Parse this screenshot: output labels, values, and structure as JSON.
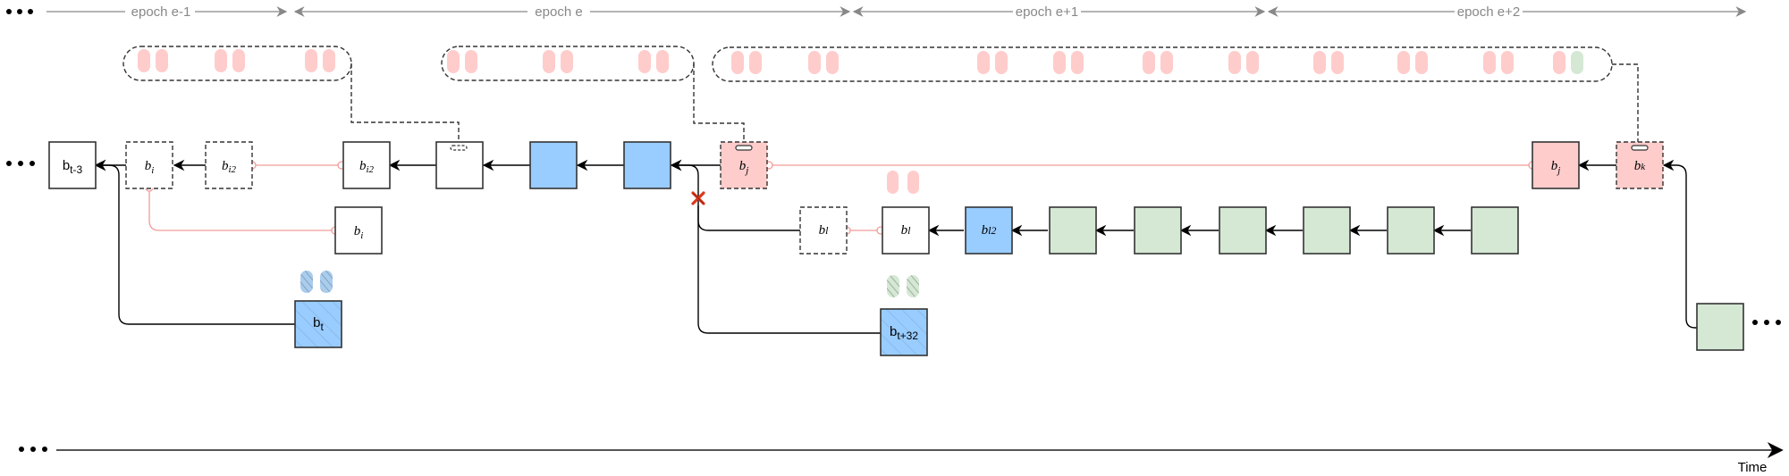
{
  "colors": {
    "pink_fill": "#ffcccc",
    "pink_line": "#f19c99",
    "blue_fill": "#99ccff",
    "green_fill": "#d5e8d4",
    "epoch_gray": "#888888",
    "stroke_dark": "#333333",
    "cross_red": "#d9381e"
  },
  "epochs": [
    {
      "label": "epoch e-1"
    },
    {
      "label": "epoch e"
    },
    {
      "label": "epoch e+1"
    },
    {
      "label": "epoch e+2"
    }
  ],
  "attestation_groups": [
    {
      "pairs": 3,
      "last_has_green": false
    },
    {
      "pairs": 3,
      "last_has_green": false
    },
    {
      "pairs": 10,
      "last_has_green": true
    }
  ],
  "blocks": {
    "b_t_minus_3": {
      "main": "b",
      "sub": "t-3",
      "style": "plain",
      "fill": "white"
    },
    "b_i_dashed": {
      "main": "b",
      "sub": "i",
      "style": "italic",
      "fill": "white",
      "dashed": true
    },
    "b_i2_dashed": {
      "main": "b",
      "sub": "i2",
      "style": "italic",
      "fill": "white",
      "dashed": true
    },
    "b_i2": {
      "main": "b",
      "sub": "i2",
      "style": "italic",
      "fill": "white"
    },
    "b_i": {
      "main": "b",
      "sub": "i",
      "style": "italic",
      "fill": "white"
    },
    "checkpoint_e": {
      "main": "",
      "sub": "",
      "fill": "white"
    },
    "blue_1": {
      "main": "",
      "sub": "",
      "fill": "blue"
    },
    "blue_2": {
      "main": "",
      "sub": "",
      "fill": "blue"
    },
    "b_j_dashed": {
      "main": "b",
      "sub": "j",
      "style": "italic",
      "fill": "pink",
      "dashed": true
    },
    "b_l_dashed": {
      "main": "b",
      "sub": "l",
      "style": "italic",
      "fill": "white",
      "dashed": true
    },
    "b_l": {
      "main": "b",
      "sub": "l",
      "style": "italic",
      "fill": "white"
    },
    "b_l2": {
      "main": "b",
      "sub": "l2",
      "style": "italic",
      "fill": "blue"
    },
    "b_j": {
      "main": "b",
      "sub": "j",
      "style": "italic",
      "fill": "pink"
    },
    "b_k_dashed": {
      "main": "b",
      "sub": "k",
      "style": "italic",
      "fill": "pink",
      "dashed": true
    },
    "b_t": {
      "main": "b",
      "sub": "t",
      "style": "plain",
      "fill": "blue-hatched"
    },
    "b_t_plus_32": {
      "main": "b",
      "sub": "t+32",
      "style": "plain",
      "fill": "blue-hatched"
    }
  },
  "green_chain_count": 6,
  "ellipsis": "•••",
  "time_axis": {
    "label": "Time"
  }
}
